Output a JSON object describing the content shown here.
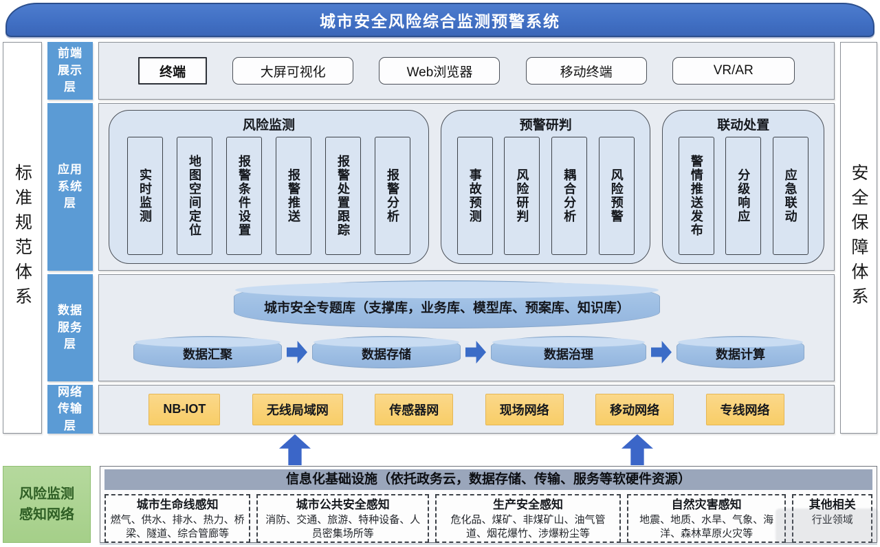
{
  "banner": {
    "title": "城市安全风险综合监测预警系统"
  },
  "side_bars": {
    "left": "标准规范体系",
    "right": "安全保障体系"
  },
  "layers": {
    "frontend": {
      "label": "前端\n展示\n层",
      "items": [
        "终端",
        "大屏可视化",
        "Web浏览器",
        "移动终端",
        "VR/AR"
      ]
    },
    "application": {
      "label": "应用\n系统\n层",
      "groups": [
        {
          "title": "风险监测",
          "items": [
            "实时监测",
            "地图空间定位",
            "报警条件设置",
            "报警推送",
            "报警处置跟踪",
            "报警分析"
          ]
        },
        {
          "title": "预警研判",
          "items": [
            "事故预测",
            "风险研判",
            "耦合分析",
            "风险预警"
          ]
        },
        {
          "title": "联动处置",
          "items": [
            "警情推送发布",
            "分级响应",
            "应急联动"
          ]
        }
      ]
    },
    "data_service": {
      "label": "数据\n服务\n层",
      "theme_db": "城市安全专题库（支撑库，业务库、模型库、预案库、知识库）",
      "pipeline": [
        "数据汇聚",
        "数据存储",
        "数据治理",
        "数据计算"
      ]
    },
    "network": {
      "label": "网络\n传输\n层",
      "items": [
        "NB-IOT",
        "无线局域网",
        "传感器网",
        "现场网络",
        "移动网络",
        "专线网络"
      ]
    }
  },
  "perception": {
    "label": "风险监测\n感知网络",
    "infrastructure": "信息化基础设施（依托政务云，数据存储、传输、服务等软硬件资源）",
    "categories": [
      {
        "title": "城市生命线感知",
        "detail": "燃气、供水、排水、热力、桥梁、隧道、综合管廊等"
      },
      {
        "title": "城市公共安全感知",
        "detail": "消防、交通、旅游、特种设备、人员密集场所等"
      },
      {
        "title": "生产安全感知",
        "detail": "危化品、煤矿、非煤矿山、油气管道、烟花爆竹、涉爆粉尘等"
      },
      {
        "title": "自然灾害感知",
        "detail": "地震、地质、水旱、气象、海洋、森林草原火灾等"
      },
      {
        "title": "其他相关",
        "detail": "行业领域"
      }
    ]
  },
  "colors": {
    "banner_blue": "#4170c4",
    "layer_label_blue": "#5b9bd5",
    "group_fill": "#d9e4f2",
    "cylinder_blue": "#9cbde3",
    "arrow_blue": "#3b6cc7",
    "network_orange": "#f8cd67",
    "green": "#a5cf89",
    "infra_header_gray": "#9aa6bb"
  }
}
